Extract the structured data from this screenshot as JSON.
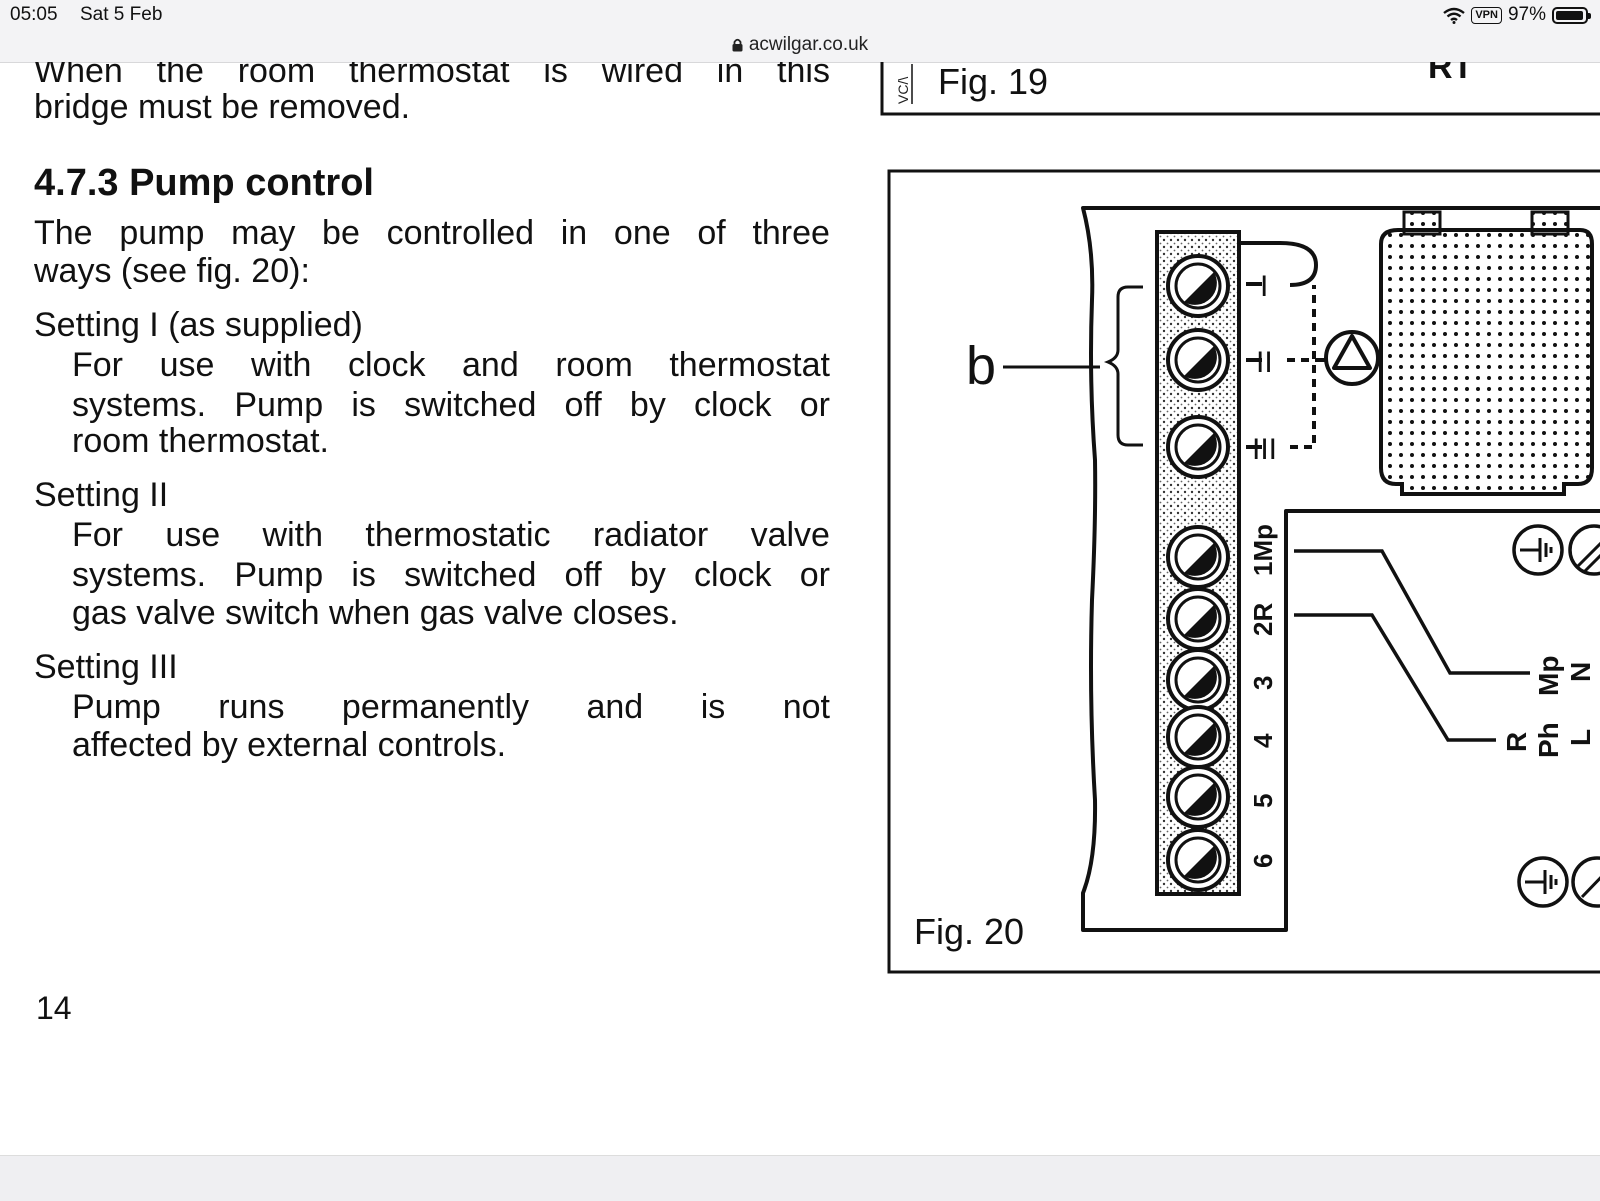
{
  "status_bar": {
    "time": "05:05",
    "date": "Sat 5 Feb",
    "vpn": "VPN",
    "battery": "97%",
    "battery_level": 0.97
  },
  "url_bar": {
    "domain": "acwilgar.co.uk"
  },
  "document": {
    "intro_line1": [
      "When",
      "the",
      "room",
      "thermostat",
      "is",
      "wired",
      "in",
      "this"
    ],
    "intro_line2": "bridge must be removed.",
    "heading": "4.7.3 Pump control",
    "para_line1": [
      "The",
      "pump",
      "may",
      "be",
      "controlled",
      "in",
      "one",
      "of",
      "three"
    ],
    "para_line2": "ways (see fig. 20):",
    "setting1_title": "Setting I (as supplied)",
    "setting1_line1": [
      "For",
      "use",
      "with",
      "clock",
      "and",
      "room",
      "thermostat"
    ],
    "setting1_line2": [
      "systems.",
      "Pump",
      "is",
      "switched",
      "off",
      "by",
      "clock",
      "or"
    ],
    "setting1_line3": "room thermostat.",
    "setting2_title": "Setting II",
    "setting2_line1": [
      "For",
      "use",
      "with",
      "thermostatic",
      "radiator",
      "valve"
    ],
    "setting2_line2": [
      "systems.",
      "Pump",
      "is",
      "switched",
      "off",
      "by",
      "clock",
      "or"
    ],
    "setting2_line3": "gas valve switch when gas valve closes.",
    "setting3_title": "Setting III",
    "setting3_line1": [
      "Pump",
      "runs",
      "permanently",
      "and",
      "is",
      "not"
    ],
    "setting3_line2": "affected by external controls.",
    "page_number": "14"
  },
  "figures": {
    "fig19_label": "Fig. 19",
    "fig19_side_text": "VC/\\",
    "fig19_corner_text": "RT",
    "fig20_label": "Fig. 20",
    "fig20_callout": "b",
    "setting_marks": [
      "I",
      "II",
      "III"
    ],
    "terminals": [
      "1Mp",
      "2R",
      "3",
      "4",
      "5",
      "6"
    ],
    "right_labels_a": [
      "Mp",
      "N"
    ],
    "right_labels_b": [
      "R",
      "Ph",
      "L"
    ]
  }
}
